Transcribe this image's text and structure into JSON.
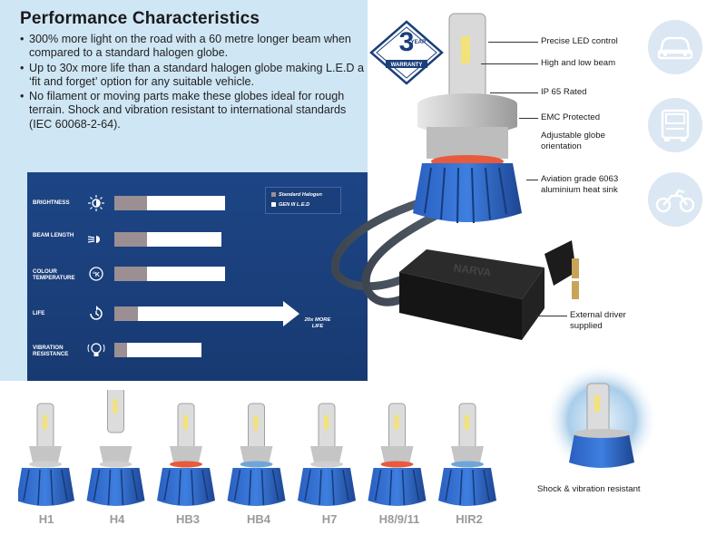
{
  "performance": {
    "title": "Performance Characteristics",
    "bullets": [
      "300% more light on the road with a 60 metre longer beam when compared to a standard halogen globe.",
      "Up to 30x more life than a standard halogen globe making L.E.D a ‘fit and forget’ option for any suitable vehicle.",
      "No filament or moving parts make these globes ideal for rough terrain. Shock and vibration resistant to international standards (IEC 60068-2-64)."
    ]
  },
  "comparison": {
    "legend": {
      "halogen": "Standard Halogen",
      "led": "GEN III L.E.D"
    },
    "colors": {
      "panel": "#1b3f7a",
      "halogen": "#9b8f93",
      "led": "#ffffff"
    },
    "rows": [
      {
        "label": "BRIGHTNESS",
        "icon": "brightness-sun-icon"
      },
      {
        "label": "BEAM LENGTH",
        "icon": "beam-headlight-icon"
      },
      {
        "label": "COLOUR TEMPERATURE",
        "icon": "kelvin-icon"
      },
      {
        "label": "LIFE",
        "icon": "life-clock-icon"
      },
      {
        "label": "VIBRATION RESISTANCE",
        "icon": "bulb-vibration-icon"
      }
    ],
    "life_note": "20x MORE LIFE"
  },
  "warranty": {
    "number": "3",
    "top": "YEAR",
    "bottom": "WARRANTY"
  },
  "annotations": [
    "Precise LED control",
    "High and low beam",
    "IP 65 Rated",
    "EMC Protected",
    "Adjustable globe orientation",
    "Aviation grade 6063 aluminium heat sink",
    "External driver supplied"
  ],
  "driver_brand": "NARVA",
  "vehicles": [
    "car-icon",
    "truck-icon",
    "motorcycle-icon"
  ],
  "bulb_types": [
    "H1",
    "H4",
    "HB3",
    "HB4",
    "H7",
    "H8/9/11",
    "HIR2"
  ],
  "shock_label": "Shock & vibration resistant"
}
